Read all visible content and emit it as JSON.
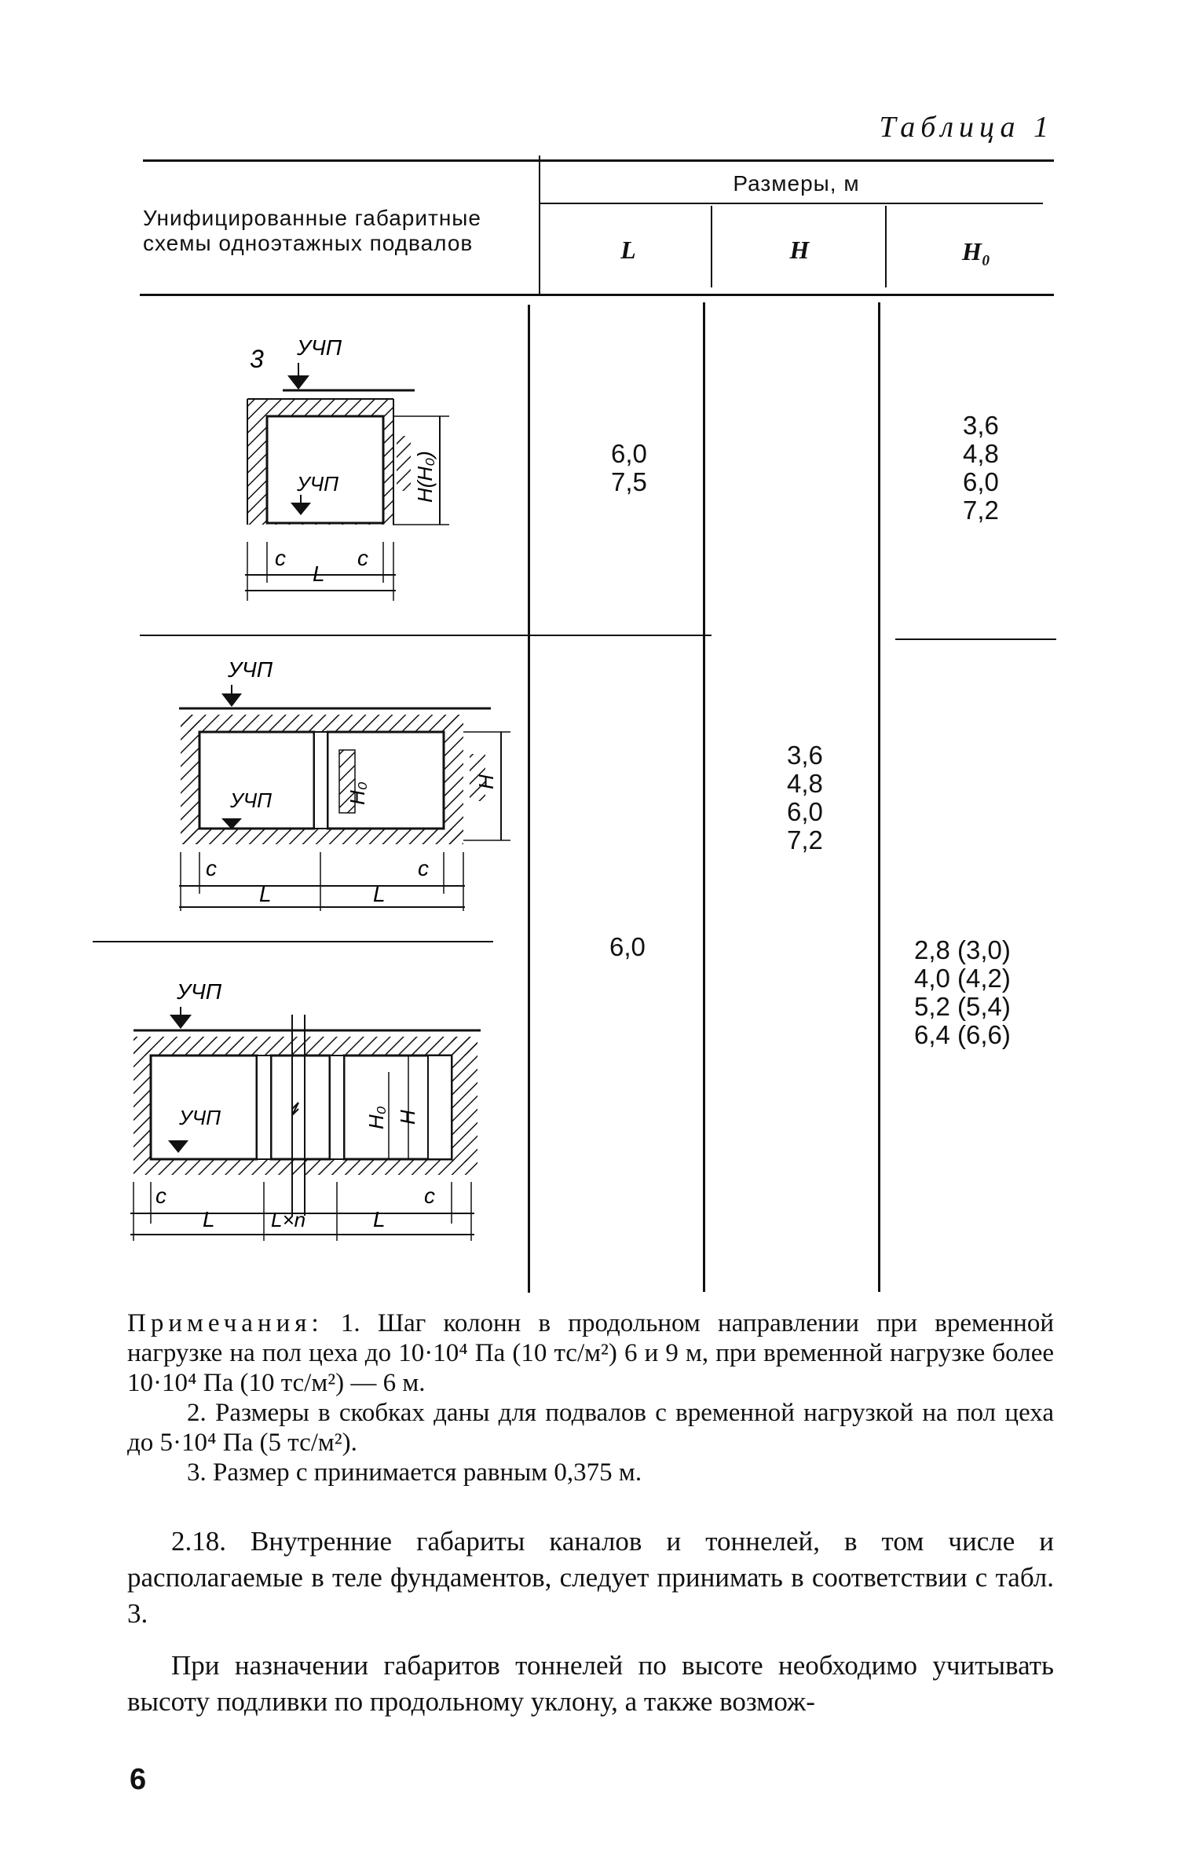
{
  "table": {
    "caption": "Таблица 1",
    "header": {
      "schemes_label": "Унифицированные габаритные схемы одноэтажных подвалов",
      "sizes_label": "Размеры, м",
      "col_L": "L",
      "col_H": "H",
      "col_H0": "H₀"
    },
    "rows": {
      "row1_L": [
        "6,0",
        "7,5"
      ],
      "row1_H0": [
        "3,6",
        "4,8",
        "6,0",
        "7,2"
      ],
      "row2_H": [
        "3,6",
        "4,8",
        "6,0",
        "7,2"
      ],
      "row3_L": "6,0",
      "row3_H0": [
        "2,8 (3,0)",
        "4,0 (4,2)",
        "5,2 (5,4)",
        "6,4 (6,6)"
      ]
    }
  },
  "diagrams": {
    "scheme_number": "3",
    "floor_mark": "УЧП",
    "height_H_H0": "H(H₀)",
    "height_H": "H",
    "height_H0": "H₀",
    "dim_c": "c",
    "dim_L": "L",
    "dim_L_n": "L×n"
  },
  "notes": {
    "title": "Примечания:",
    "note1": "1. Шаг колонн в продольном направлении при временной нагрузке на пол цеха до 10·10⁴ Па (10 тс/м²) 6 и 9 м, при временной нагрузке более 10·10⁴ Па (10 тс/м²) — 6 м.",
    "note2": "2. Размеры в скобках даны для подвалов с временной нагрузкой на пол цеха до 5·10⁴ Па (5 тс/м²).",
    "note3": "3. Размер c принимается равным 0,375 м."
  },
  "body": {
    "para1": "2.18. Внутренние габариты каналов и тоннелей, в том числе и располагаемые в теле фундаментов, следует принимать в соответствии с табл. 3.",
    "para2": "При назначении габаритов тоннелей по высоте необходимо учитывать высоту подливки по продольному уклону, а также возмож-"
  },
  "page_number": "6"
}
